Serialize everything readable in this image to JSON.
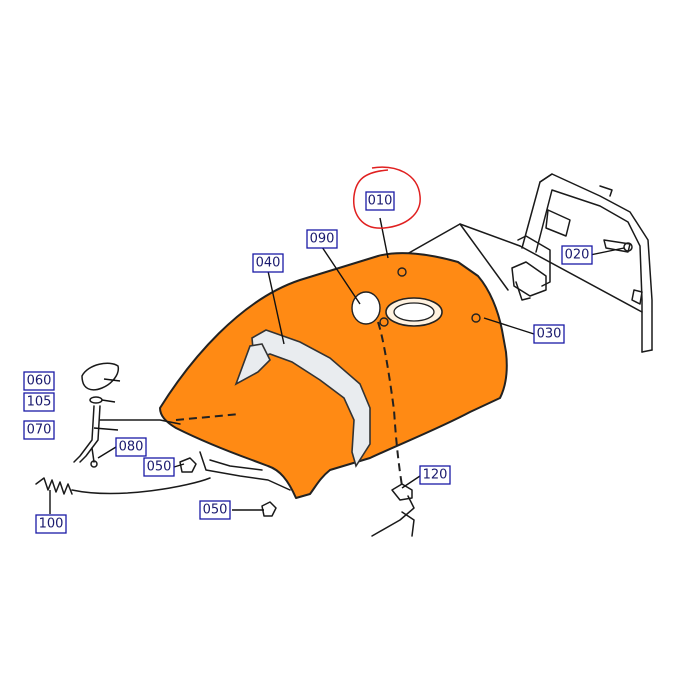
{
  "diagram": {
    "callouts": [
      {
        "id": "p010",
        "label": "010"
      },
      {
        "id": "p020",
        "label": "020"
      },
      {
        "id": "p030",
        "label": "030"
      },
      {
        "id": "p040",
        "label": "040"
      },
      {
        "id": "p050a",
        "label": "050"
      },
      {
        "id": "p050b",
        "label": "050"
      },
      {
        "id": "p060",
        "label": "060"
      },
      {
        "id": "p070",
        "label": "070"
      },
      {
        "id": "p080",
        "label": "080"
      },
      {
        "id": "p090",
        "label": "090"
      },
      {
        "id": "p100",
        "label": "100"
      },
      {
        "id": "p105",
        "label": "105"
      },
      {
        "id": "p120",
        "label": "120"
      }
    ],
    "colors": {
      "hood": "#ff8a14",
      "callout_border": "#1a1aa6",
      "highlight_circle": "#e02020"
    }
  }
}
